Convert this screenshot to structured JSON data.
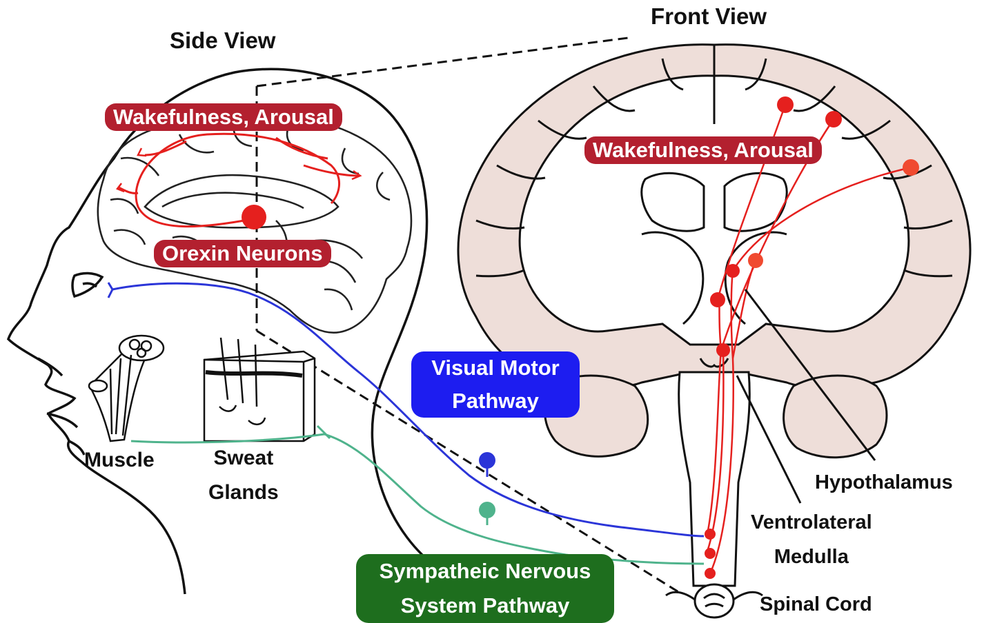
{
  "titles": {
    "side_view": "Side View",
    "front_view": "Front View"
  },
  "side_labels": {
    "wakefulness": "Wakefulness, Arousal",
    "orexin": "Orexin Neurons",
    "muscle": "Muscle",
    "sweat_line1": "Sweat",
    "sweat_line2": "Glands"
  },
  "front_labels": {
    "wakefulness": "Wakefulness, Arousal",
    "hypothalamus": "Hypothalamus",
    "vlm_line1": "Ventrolateral",
    "vlm_line2": "Medulla",
    "spinal_cord": "Spinal Cord"
  },
  "pathways": {
    "visual_line1": "Visual Motor",
    "visual_line2": "Pathway",
    "sympathetic_line1": "Sympatheic Nervous",
    "sympathetic_line2": "System Pathway"
  },
  "colors": {
    "orexin_red": "#e5201e",
    "label_red": "#b3202f",
    "visual_blue": "#2b35d8",
    "sympathetic_green": "#4fb38c",
    "brain_fill": "#eeded9"
  }
}
